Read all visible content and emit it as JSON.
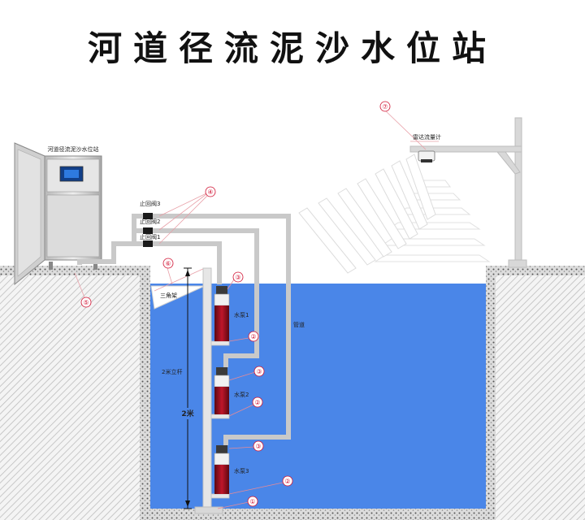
{
  "title": "河道径流泥沙水位站",
  "labels": {
    "cabinet": "河道径流泥沙水位站",
    "valve1": "止回阀1",
    "valve2": "止回阀2",
    "valve3": "止回阀3",
    "triangle": "三角架",
    "pole_height": "2米立杆",
    "pump1": "水泵1",
    "pump2": "水泵2",
    "pump3": "水泵3",
    "pipe": "管道",
    "radar": "雷达流量计",
    "scale": "2米"
  },
  "markers": [
    "①",
    "②",
    "③",
    "④",
    "⑤",
    "⑥",
    "⑦"
  ],
  "colors": {
    "water": "#4a86e8",
    "pipe": "#c9c9c9",
    "marker": "#d01030",
    "pump_body": "#9a1020"
  }
}
